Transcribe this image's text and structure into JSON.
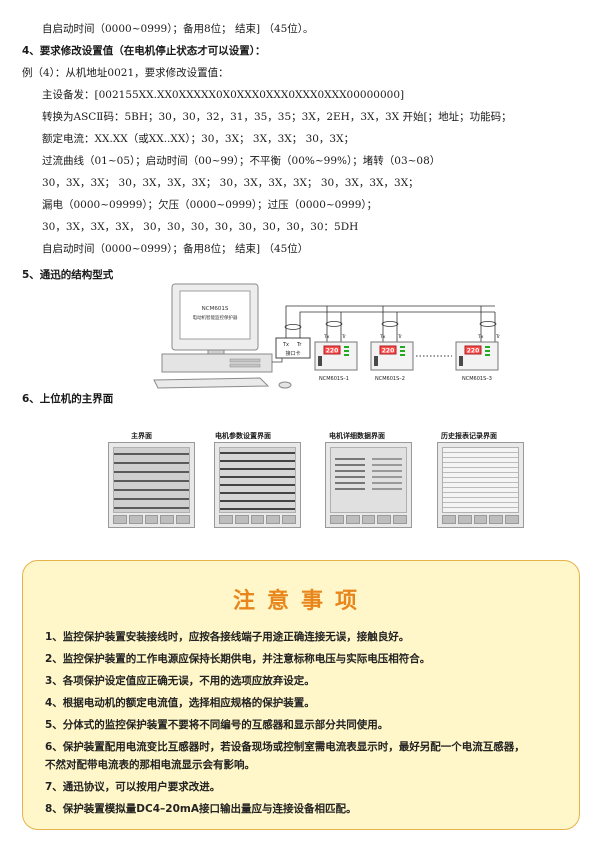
{
  "top": {
    "l1": "自启动时间（0000~0999）；备用8位；        结束]    （45位）。",
    "sec4": "4、要求修改设置值（在电机停止状态才可以设置）：",
    "ex4": "例（4）：从机地址0021，要求修改设置值：",
    "l2": "主设备发：[002155XX.XX0XXXXX0X0XXX0XXX0XXX0XXX00000000]",
    "l3": "转换为ASCⅡ码：5BH；30，30，32，31，35，35；3X，2EH，3X，3X 开始[；地址；功能码；",
    "l4": "额定电流：XX.XX（或XX..XX）；30，3X；    3X，3X；    30，3X；",
    "l5": "过流曲线（01~05）；启动时间（00~99）；不平衡（00%~99%）；堵转（03~08）",
    "l6": "30，3X，3X；   30，3X，3X，3X；   30，3X，3X，3X；   30，3X，3X，3X；",
    "l7": "漏电（0000~09999）；欠压（0000~0999）；过压（0000~0999）；",
    "l8": "30，3X，3X，3X，  30，30，30，30，30，30，30，30：5DH",
    "l9": "自启动时间（0000~0999）；备用8位；        结束]    （45位）"
  },
  "sec5": "5、通迅的结构型式",
  "diagram": {
    "screen_line1": "NCM601S",
    "screen_line2": "电动机智能监控保护器",
    "card_label": "接口卡",
    "card_tx": "Tx",
    "card_tr": "Tr",
    "dev_tx": "Tx",
    "dev_tr": "Tr",
    "dev_display": "220",
    "devices": [
      "NCM601S–1",
      "NCM601S–2",
      "NCM601S–3"
    ]
  },
  "sec6": "6、上位机的主界面",
  "shots": [
    {
      "label": "主界面"
    },
    {
      "label": "电机参数设置界面"
    },
    {
      "label": "电机详细数据界面"
    },
    {
      "label": "历史报表记录界面"
    }
  ],
  "notice": {
    "title": "注意事项",
    "items": [
      "1、监控保护装置安装接线时，应按各接线端子用途正确连接无误，接触良好。",
      "2、监控保护装置的工作电源应保持长期供电，并注意标称电压与实际电压相符合。",
      "3、各项保护设定值应正确无误，不用的选项应放弃设定。",
      "4、根据电动机的额定电流值，选择相应规格的保护装置。",
      "5、分体式的监控保护装置不要将不同编号的互感器和显示部分共同使用。",
      "6、保护装置配用电流变比互感器时，若设备现场或控制室需电流表显示时，最好另配一个电流互感器，",
      "    不然对配带电流表的那相电流显示会有影响。",
      "7、通迅协议，可以按用户要求改进。",
      "8、保护装置模拟量DC4–20mA接口输出量应与连接设备相匹配。"
    ]
  }
}
